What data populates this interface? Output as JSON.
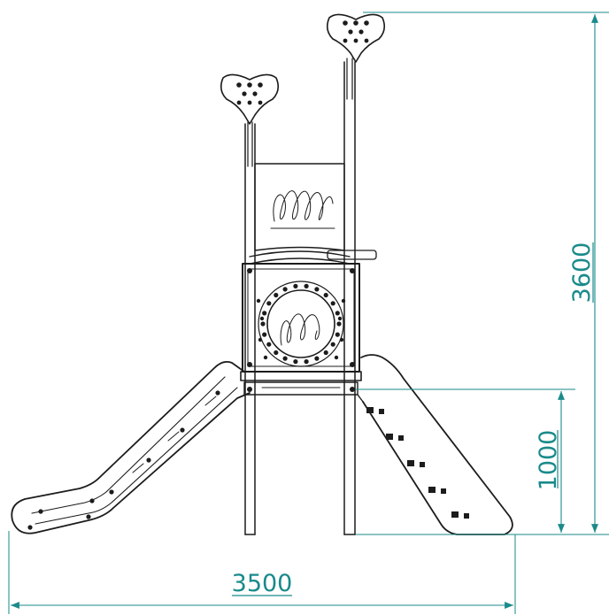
{
  "drawing": {
    "colors": {
      "line": "#1c1c1c",
      "dimension": "#1a8a8a",
      "background": "#ffffff"
    },
    "dimensions": {
      "total_width": "3500",
      "total_height": "3600",
      "platform_height": "1000"
    },
    "elements": [
      "left-flag-panel-icon",
      "right-flag-panel-icon",
      "slide",
      "ladder",
      "tower",
      "porthole-window"
    ]
  }
}
